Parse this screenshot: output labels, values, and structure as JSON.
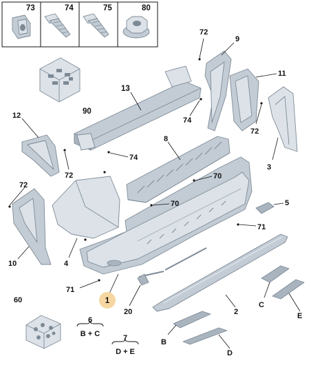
{
  "colors": {
    "part_fill": "#c3ccd5",
    "part_fill_light": "#dce2e8",
    "part_fill_dark": "#a9b4bf",
    "stroke": "#7d8a96",
    "highlight": "#f6d7a1",
    "ink": "#111111"
  },
  "fastener_box": {
    "labels": [
      "73",
      "74",
      "75",
      "80"
    ]
  },
  "callouts": {
    "c1": "1",
    "c2": "2",
    "c3": "3",
    "c4": "4",
    "c5": "5",
    "c8": "8",
    "c9": "9",
    "c10": "10",
    "c11": "11",
    "c12": "12",
    "c13": "13",
    "c20": "20",
    "c60": "60",
    "c70a": "70",
    "c70b": "70",
    "c71a": "71",
    "c71b": "71",
    "c72a": "72",
    "c72b": "72",
    "c72c": "72",
    "c72d": "72",
    "c74a": "74",
    "c74b": "74",
    "c90": "90",
    "cB": "B",
    "cC": "C",
    "cD": "D",
    "cE": "E"
  },
  "kits": {
    "kit6_number": "6",
    "kit6_contents": "B + C",
    "kit7_number": "7",
    "kit7_contents": "D + E"
  }
}
